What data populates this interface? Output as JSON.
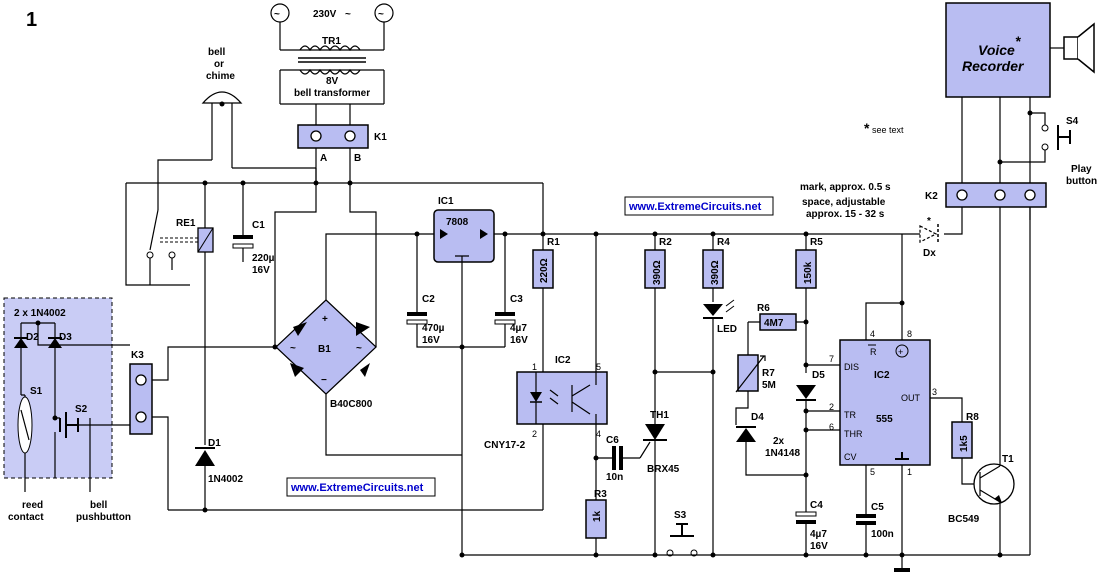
{
  "figure_number": "1",
  "mains": {
    "label": "230V",
    "tilde": "~"
  },
  "transformer": {
    "ref": "TR1",
    "value": "8V",
    "desc": "bell transformer"
  },
  "bell": {
    "l1": "bell",
    "l2": "or",
    "l3": "chime"
  },
  "k1": {
    "ref": "K1",
    "a": "A",
    "b": "B"
  },
  "relay": {
    "ref": "RE1"
  },
  "c1": {
    "ref": "C1",
    "value": "220µ",
    "voltage": "16V"
  },
  "bridge": {
    "ref": "B1",
    "part": "B40C800",
    "plus": "+",
    "minus": "−",
    "ac": "~"
  },
  "ic1": {
    "ref": "IC1",
    "part": "7808"
  },
  "c2": {
    "ref": "C2",
    "value": "470µ",
    "voltage": "16V"
  },
  "c3": {
    "ref": "C3",
    "value": "4µ7",
    "voltage": "16V"
  },
  "r1": {
    "ref": "R1",
    "value": "220Ω"
  },
  "r2": {
    "ref": "R2",
    "value": "390Ω"
  },
  "r4": {
    "ref": "R4",
    "value": "390Ω"
  },
  "r5": {
    "ref": "R5",
    "value": "150k"
  },
  "r6": {
    "ref": "R6",
    "value": "4M7"
  },
  "r7": {
    "ref": "R7",
    "value": "5M"
  },
  "r3": {
    "ref": "R3",
    "value": "1k"
  },
  "r8": {
    "ref": "R8",
    "value": "1k5"
  },
  "led": {
    "label": "LED"
  },
  "d5": {
    "ref": "D5"
  },
  "d4": {
    "ref": "D4",
    "count": "2x",
    "part": "1N4148"
  },
  "opto": {
    "ref": "IC2",
    "part": "CNY17-2",
    "p1": "1",
    "p2": "2",
    "p4": "4",
    "p5": "5"
  },
  "c6": {
    "ref": "C6",
    "value": "10n"
  },
  "th1": {
    "ref": "TH1",
    "part": "BRX45"
  },
  "s3": {
    "ref": "S3"
  },
  "timer": {
    "ref": "IC2",
    "part": "555",
    "reset": "R",
    "dis": "DIS",
    "tr": "TR",
    "thr": "THR",
    "cv": "CV",
    "out": "OUT",
    "p1": "1",
    "p2": "2",
    "p3": "3",
    "p4": "4",
    "p5": "5",
    "p6": "6",
    "p7": "7",
    "p8": "8"
  },
  "c4": {
    "ref": "C4",
    "value": "4µ7",
    "voltage": "16V"
  },
  "c5": {
    "ref": "C5",
    "value": "100n"
  },
  "t1": {
    "ref": "T1",
    "part": "BC549"
  },
  "dx": {
    "ref": "Dx",
    "star": "*"
  },
  "k2": {
    "ref": "K2"
  },
  "k3": {
    "ref": "K3"
  },
  "s4": {
    "ref": "S4",
    "l1": "Play",
    "l2": "button"
  },
  "recorder": {
    "l1": "Voice",
    "l2": "Recorder",
    "star": "*"
  },
  "see_text": {
    "star": "*",
    "text": "see text"
  },
  "timing": {
    "mark": "mark, approx. 0.5 s",
    "space1": "space, adjustable",
    "space2": "approx. 15 - 32 s"
  },
  "inputs": {
    "d_count": "2 x 1N4002",
    "d2": "D2",
    "d3": "D3",
    "s1": "S1",
    "s2": "S2",
    "reed1": "reed",
    "reed2": "contact",
    "bell1": "bell",
    "bell2": "pushbutton"
  },
  "d1": {
    "ref": "D1",
    "part": "1N4002"
  },
  "watermark": "www.ExtremeCircuits.net",
  "colors": {
    "component_fill": "#b9bdf2",
    "input_box_fill": "#c9ccf5",
    "watermark": "#0000cc"
  }
}
